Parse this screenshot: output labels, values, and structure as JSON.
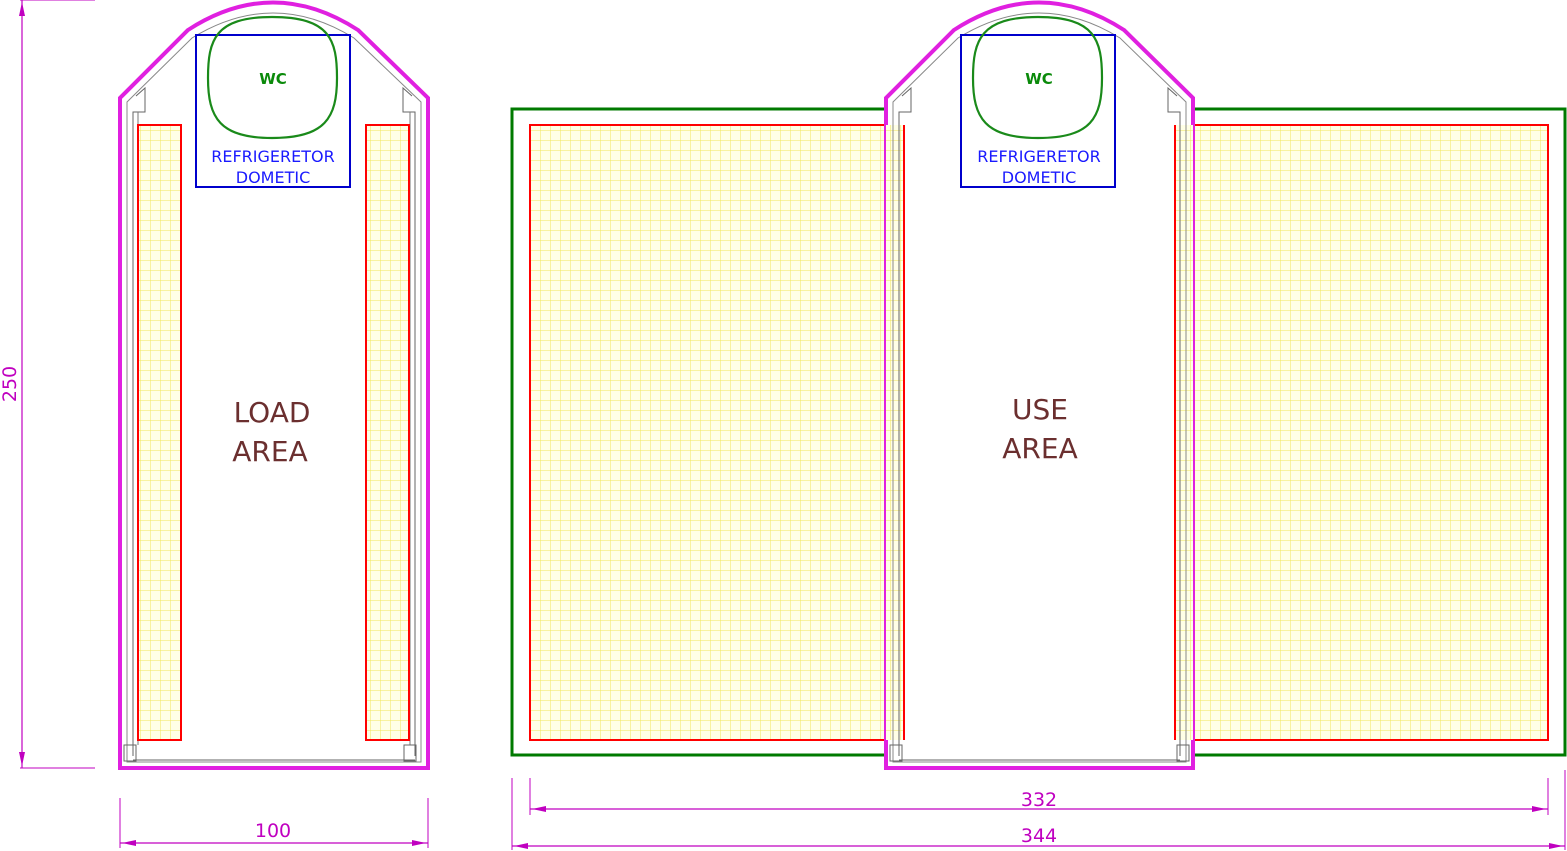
{
  "dimensions": {
    "height": "250",
    "width_left": "100",
    "width_inner": "332",
    "width_total": "344"
  },
  "left_unit": {
    "area_line1": "LOAD",
    "area_line2": "AREA",
    "wc": "WC",
    "fridge_line1": "REFRIGERETOR",
    "fridge_line2": "DOMETIC"
  },
  "right_unit": {
    "area_line1": "USE",
    "area_line2": "AREA",
    "wc": "WC",
    "fridge_line1": "REFRIGERETOR",
    "fridge_line2": "DOMETIC"
  },
  "colors": {
    "outline": "#e020e0",
    "dimension": "#c000c0",
    "panel_border": "#ff0000",
    "panel_fill": "#ffffe0",
    "panel_grid": "#f2e860",
    "extension_border": "#007a00",
    "fridge_border": "#0000cc",
    "wc_outline": "#1a8a1a",
    "area_text": "#6b2f2f"
  }
}
